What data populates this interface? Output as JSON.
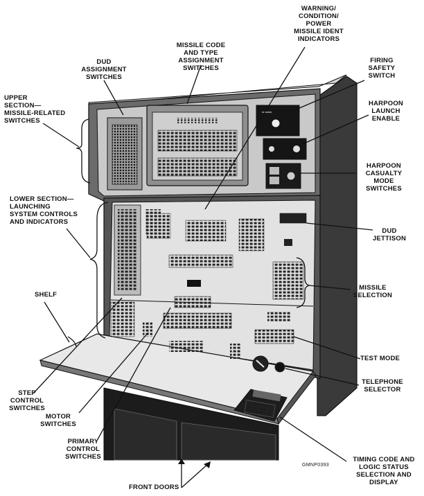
{
  "labels": {
    "warning": "WARNING/\nCONDITION/\nPOWER\nMISSILE IDENT\nINDICATORS",
    "missile_code": "MISSILE CODE\nAND TYPE ASSIGNMENT\nSWITCHES",
    "dud_assignment": "DUD\nASSIGNMENT\nSWITCHES",
    "firing_safety": "FIRING\nSAFETY\nSWITCH",
    "upper_section": "UPPER\nSECTION—\nMISSILE-RELATED\nSWITCHES",
    "harpoon_launch": "HARPOON\nLAUNCH\nENABLE",
    "harpoon_casualty": "HARPOON\nCASUALTY\nMODE\nSWITCHES",
    "lower_section": "LOWER SECTION—\nLAUNCHING\nSYSTEM CONTROLS\nAND INDICATORS",
    "dud_jettison": "DUD\nJETTISON",
    "shelf": "SHELF",
    "missile_selection": "MISSILE\nSELECTION",
    "test_mode": "TEST MODE",
    "telephone_selector": "TELEPHONE\nSELECTOR",
    "step_control": "STEP\nCONTROL\nSWITCHES",
    "motor_switches": "MOTOR\nSWITCHES",
    "primary_control": "PRIMARY\nCONTROL\nSWITCHES",
    "timing_code": "TIMING CODE AND\nLOGIC STATUS\nSELECTION AND\nDISPLAY",
    "front_doors": "FRONT DOORS"
  },
  "figure_code": "GMNP0393"
}
